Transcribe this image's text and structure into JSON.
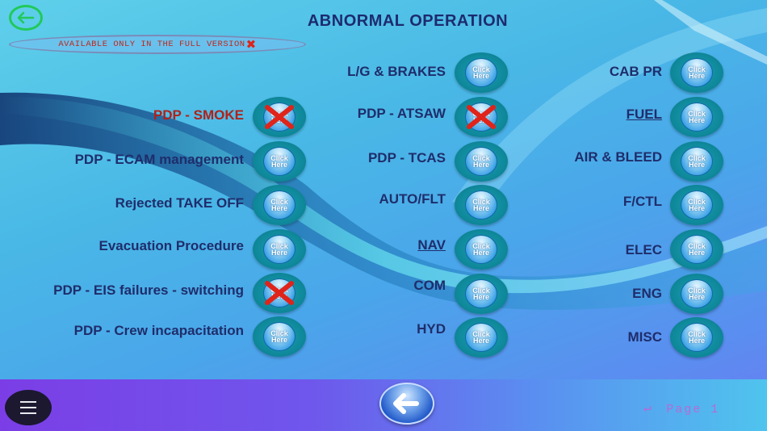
{
  "header": {
    "title": "ABNORMAL OPERATION",
    "notice": "AVAILABLE ONLY IN THE FULL VERSION",
    "notice_icon": "red-x-icon"
  },
  "button_text": "Click Here",
  "left_column": [
    {
      "label": "PDP - SMOKE",
      "locked": true,
      "highlight": "red"
    },
    {
      "label": "PDP - ECAM management",
      "locked": false
    },
    {
      "label": "Rejected TAKE OFF",
      "locked": false
    },
    {
      "label": "Evacuation Procedure",
      "locked": false
    },
    {
      "label": "PDP - EIS failures - switching",
      "locked": true
    },
    {
      "label": "PDP - Crew incapacitation",
      "locked": false
    }
  ],
  "middle_column": [
    {
      "label": "L/G & BRAKES",
      "locked": false
    },
    {
      "label": "PDP - ATSAW",
      "locked": true
    },
    {
      "label": "PDP - TCAS",
      "locked": false
    },
    {
      "label": "AUTO/FLT",
      "locked": false
    },
    {
      "label": "NAV",
      "locked": false,
      "underlined": true
    },
    {
      "label": "COM",
      "locked": false
    },
    {
      "label": "HYD",
      "locked": false
    }
  ],
  "right_column": [
    {
      "label": "CAB PR",
      "locked": false
    },
    {
      "label": "FUEL",
      "locked": false,
      "underlined": true
    },
    {
      "label": "AIR & BLEED",
      "locked": false
    },
    {
      "label": "F/CTL",
      "locked": false
    },
    {
      "label": "ELEC",
      "locked": false
    },
    {
      "label": "ENG",
      "locked": false
    },
    {
      "label": "MISC",
      "locked": false
    }
  ],
  "footer": {
    "page_label": "Page 1",
    "menu_icon": "hamburger-menu-icon",
    "back_icon": "back-arrow-icon"
  },
  "colors": {
    "title": "#1d2b6e",
    "label": "#1f2d6b",
    "highlight_label": "#b0221a",
    "lock_x": "#e0241a",
    "page_label": "#b46bd6"
  }
}
